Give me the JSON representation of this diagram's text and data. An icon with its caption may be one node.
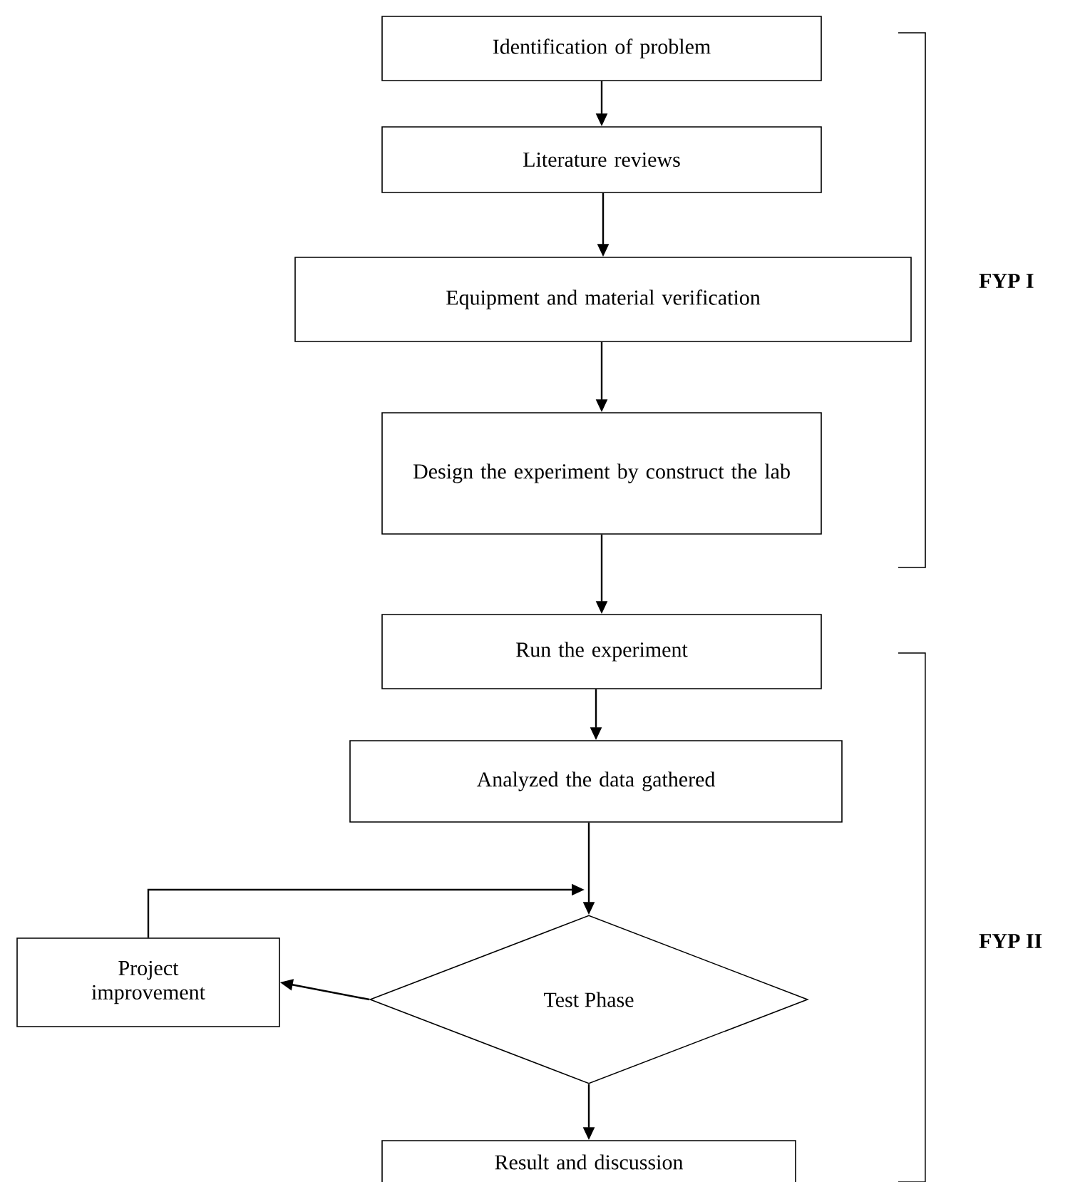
{
  "diagram": {
    "nodes": [
      {
        "text": [
          "Identification of problem"
        ]
      },
      {
        "text": [
          "Literature reviews"
        ]
      },
      {
        "text": [
          "Equipment and material verification"
        ]
      },
      {
        "text": [
          "Design the experiment by construct the lab"
        ]
      },
      {
        "text": [
          "Run the experiment"
        ]
      },
      {
        "text": [
          "Analyzed the data gathered"
        ]
      },
      {
        "text": [
          "Test Phase"
        ]
      },
      {
        "text": [
          "Project improvement"
        ]
      },
      {
        "text": [
          "Result and discussion"
        ]
      }
    ],
    "edges": [
      {
        "from": 0,
        "to": 1,
        "arrow": "to"
      },
      {
        "from": 1,
        "to": 2,
        "arrow": "to"
      },
      {
        "from": 2,
        "to": 3,
        "arrow": "to"
      },
      {
        "from": 3,
        "to": 4,
        "arrow": "to"
      },
      {
        "from": 4,
        "to": 5,
        "arrow": "to"
      },
      {
        "from": 5,
        "to": 6,
        "arrow": "to"
      },
      {
        "from": 6,
        "to": 7,
        "arrow": "to"
      },
      {
        "from": 7,
        "to": 6,
        "arrow": "to"
      },
      {
        "from": 6,
        "to": 8,
        "arrow": "to"
      }
    ],
    "labels": [
      "FYP I",
      "FYP II"
    ]
  }
}
